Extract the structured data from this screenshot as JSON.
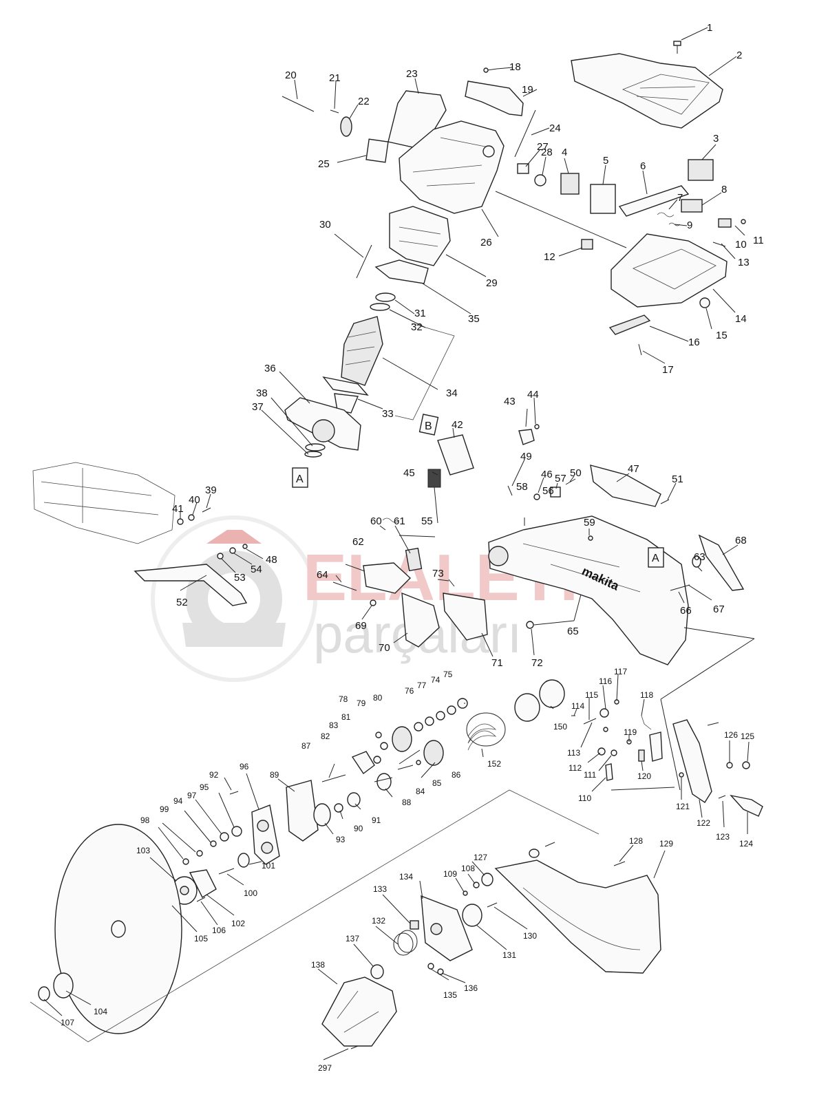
{
  "watermark": {
    "brand_top": "ELALETI",
    "brand_bottom": "parçaları",
    "color": "#e8b4b4",
    "gear_color": "#d8d8d8"
  },
  "callouts": {
    "c1": "1",
    "c2": "2",
    "c3": "3",
    "c4": "4",
    "c5": "5",
    "c6": "6",
    "c7": "7",
    "c8": "8",
    "c9": "9",
    "c10": "10",
    "c11": "11",
    "c12": "12",
    "c13": "13",
    "c14": "14",
    "c15": "15",
    "c16": "16",
    "c17": "17",
    "c18": "18",
    "c19": "19",
    "c20": "20",
    "c21": "21",
    "c22": "22",
    "c23": "23",
    "c24": "24",
    "c25": "25",
    "c26": "26",
    "c27": "27",
    "c28": "28",
    "c29": "29",
    "c30": "30",
    "c31": "31",
    "c32": "32",
    "c33": "33",
    "c34": "34",
    "c35": "35",
    "c36": "36",
    "c37": "37",
    "c38": "38",
    "c39": "39",
    "c40": "40",
    "c41": "41",
    "c42": "42",
    "c43": "43",
    "c44": "44",
    "c45": "45",
    "c46": "46",
    "c47": "47",
    "c48": "48",
    "c49": "49",
    "c50": "50",
    "c51": "51",
    "c52": "52",
    "c53": "53",
    "c54": "54",
    "c55": "55",
    "c56": "56",
    "c57": "57",
    "c58": "58",
    "c59": "59",
    "c60": "60",
    "c61": "61",
    "c62": "62",
    "c63": "63",
    "c64": "64",
    "c65": "65",
    "c66": "66",
    "c67": "67",
    "c68": "68",
    "c69": "69",
    "c70": "70",
    "c71": "71",
    "c72": "72",
    "c73": "73",
    "c74": "74",
    "c75": "75",
    "c76": "76",
    "c77": "77",
    "c78": "78",
    "c79": "79",
    "c80": "80",
    "c81": "81",
    "c82": "82",
    "c83": "83",
    "c84": "84",
    "c85": "85",
    "c86": "86",
    "c87": "87",
    "c88": "88",
    "c89": "89",
    "c90": "90",
    "c91": "91",
    "c92": "92",
    "c93": "93",
    "c94": "94",
    "c95": "95",
    "c96": "96",
    "c97": "97",
    "c98": "98",
    "c99": "99",
    "c100": "100",
    "c101": "101",
    "c102": "102",
    "c103": "103",
    "c104": "104",
    "c105": "105",
    "c106": "106",
    "c107": "107",
    "c108": "108",
    "c109": "109",
    "c110": "110",
    "c111": "111",
    "c112": "112",
    "c113": "113",
    "c114": "114",
    "c115": "115",
    "c116": "116",
    "c117": "117",
    "c118": "118",
    "c119": "119",
    "c120": "120",
    "c121": "121",
    "c122": "122",
    "c123": "123",
    "c124": "124",
    "c125": "125",
    "c126": "126",
    "c127": "127",
    "c128": "128",
    "c129": "129",
    "c130": "130",
    "c131": "131",
    "c132": "132",
    "c133": "133",
    "c134": "134",
    "c135": "135",
    "c136": "136",
    "c137": "137",
    "c138": "138",
    "c150": "150",
    "c152": "152",
    "c297": "297"
  },
  "markers": {
    "a1": "A",
    "a2": "A",
    "b": "B"
  },
  "labels": {
    "brand_on_housing": "makita"
  }
}
